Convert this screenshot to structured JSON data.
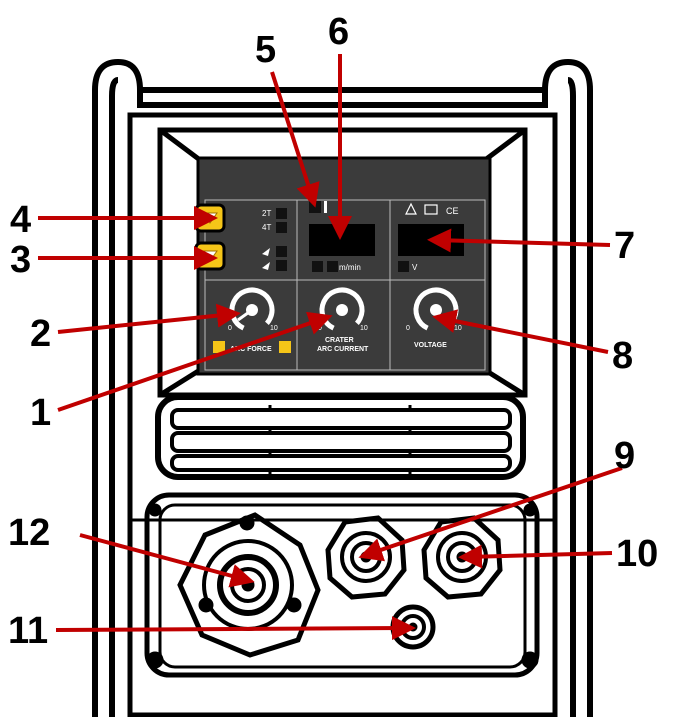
{
  "callouts": {
    "c1": "1",
    "c2": "2",
    "c3": "3",
    "c4": "4",
    "c5": "5",
    "c6": "6",
    "c7": "7",
    "c8": "8",
    "c9": "9",
    "c10": "10",
    "c11": "11",
    "c12": "12"
  },
  "panel": {
    "mode_2t": "2T",
    "mode_4t": "4T",
    "wire_unit": "m/min",
    "ce_mark": "CE",
    "voltage_unit": "V",
    "knob_left_label": "ARC FORCE",
    "knob_mid_label_1": "CRATER",
    "knob_mid_label_2": "ARC CURRENT",
    "knob_right_label": "VOLTAGE",
    "knob_min": "0",
    "knob_max": "10"
  },
  "colors": {
    "arrow": "#c00000",
    "panel": "#3b3b3b",
    "button": "#f5c518"
  }
}
